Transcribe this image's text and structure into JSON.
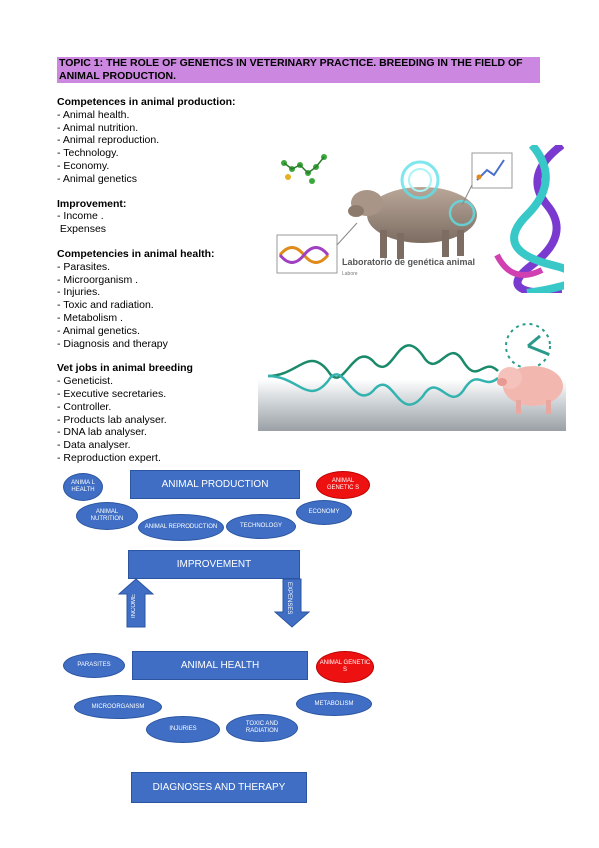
{
  "title": "TOPIC 1: THE ROLE OF GENETICS IN VETERINARY PRACTICE. BREEDING IN THE FIELD OF ANIMAL PRODUCTION.",
  "sections": [
    {
      "heading": "Competences in animal production:",
      "items": [
        "- Animal health.",
        "- Animal nutrition.",
        "- Animal reproduction.",
        "- Technology.",
        "- Economy.",
        "- Animal genetics"
      ]
    },
    {
      "heading": "Improvement:",
      "items": [
        "- Income .",
        " Expenses"
      ]
    },
    {
      "heading": "Competencies in animal health:",
      "items": [
        "- Parasites.",
        "- Microorganism .",
        "- Injuries.",
        "- Toxic and radiation.",
        "- Metabolism .",
        "- Animal genetics.",
        "- Diagnosis and therapy"
      ]
    },
    {
      "heading": "Vet jobs in animal breeding",
      "items": [
        "- Geneticist.",
        "- Executive secretaries.",
        "- Controller.",
        "- Products lab analyser.",
        "- DNA lab analyser.",
        "- Data analyser.",
        "- Reproduction expert."
      ]
    }
  ],
  "image1_caption": "Laboratorio de genética animal",
  "image1_sub": "Labore",
  "diagram": {
    "animal_production": "ANIMAL PRODUCTION",
    "ap_items": {
      "animal_health": "ANIMA L HEALTH",
      "animal_genetics": "ANIMAL GENETIC S",
      "animal_nutrition": "ANIMAL NUTRITION",
      "animal_reproduction": "ANIMAL REPRODUCTION",
      "technology": "TECHNOLOGY",
      "economy": "ECONOMY"
    },
    "improvement": "IMPROVEMENT",
    "income": "INCOME",
    "expenses": "EXPENSES",
    "animal_health": "ANIMAL HEALTH",
    "ah_items": {
      "parasites": "PARASITES",
      "animal_genetics": "ANIMAL GENETIC S",
      "microorganism": "MICROORGANISM",
      "metabolism": "METABOLISM",
      "injuries": "INJURIES",
      "toxic": "TOXIC AND RADIATION"
    },
    "diagnoses": "DIAGNOSES AND THERAPY"
  }
}
